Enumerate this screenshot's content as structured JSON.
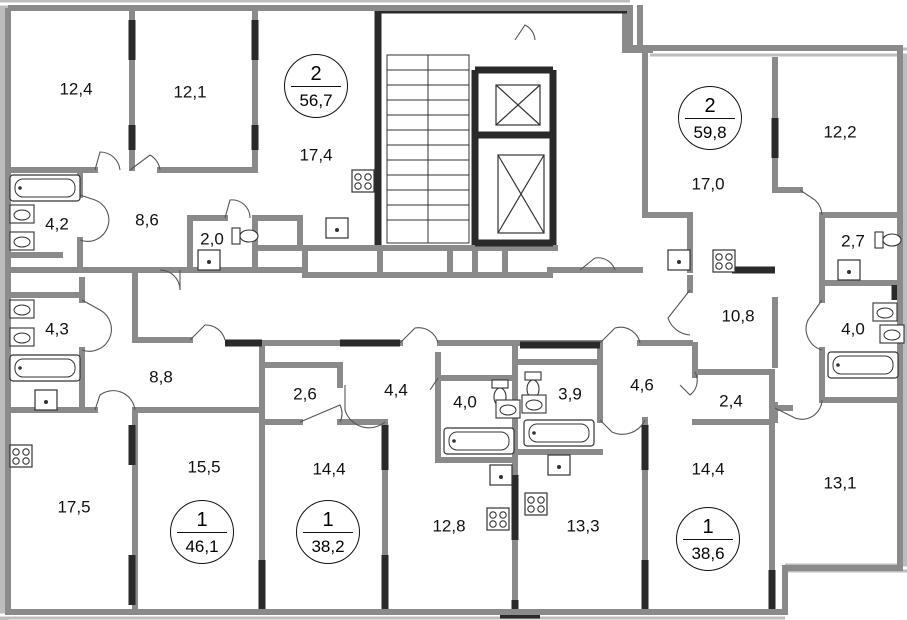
{
  "room_areas": {
    "r_12_4": "12,4",
    "r_12_1": "12,1",
    "r_17_4": "17,4",
    "r_4_2": "4,2",
    "r_8_6": "8,6",
    "r_2_0": "2,0",
    "r_17_0": "17,0",
    "r_12_2": "12,2",
    "r_2_7": "2,7",
    "r_4_3": "4,3",
    "r_10_8": "10,8",
    "r_4_0_right": "4,0",
    "r_8_8": "8,8",
    "r_2_6": "2,6",
    "r_4_4": "4,4",
    "r_4_0_mid": "4,0",
    "r_3_9": "3,9",
    "r_4_6": "4,6",
    "r_2_4": "2,4",
    "r_17_5": "17,5",
    "r_15_5": "15,5",
    "r_14_4_left": "14,4",
    "r_12_8": "12,8",
    "r_13_3": "13,3",
    "r_14_4_right": "14,4",
    "r_13_1": "13,1"
  },
  "units": [
    {
      "rooms": "2",
      "area": "56,7"
    },
    {
      "rooms": "2",
      "area": "59,8"
    },
    {
      "rooms": "1",
      "area": "46,1"
    },
    {
      "rooms": "1",
      "area": "38,2"
    },
    {
      "rooms": "1",
      "area": "38,6"
    }
  ],
  "colors": {
    "wall": "#8a8a8a",
    "wall_dark": "#2a2a2a",
    "window": "#b9b9b9",
    "fixture": "#333333"
  }
}
